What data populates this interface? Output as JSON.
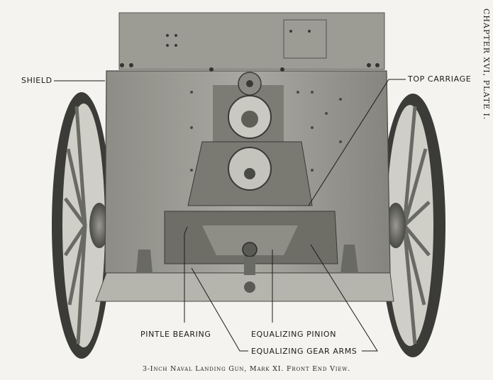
{
  "chapter_heading": "CHAPTER XVI, PLATE I.",
  "caption": "3-Inch Naval Landing Gun, Mark XI. Front End View.",
  "callouts": {
    "shield": "SHIELD",
    "top_carriage": "TOP CARRIAGE",
    "pintle_bearing": "PINTLE BEARING",
    "equalizing_pinion": "EQUALIZING PINION",
    "equalizing_gear_arms": "EQUALIZING GEAR ARMS"
  }
}
